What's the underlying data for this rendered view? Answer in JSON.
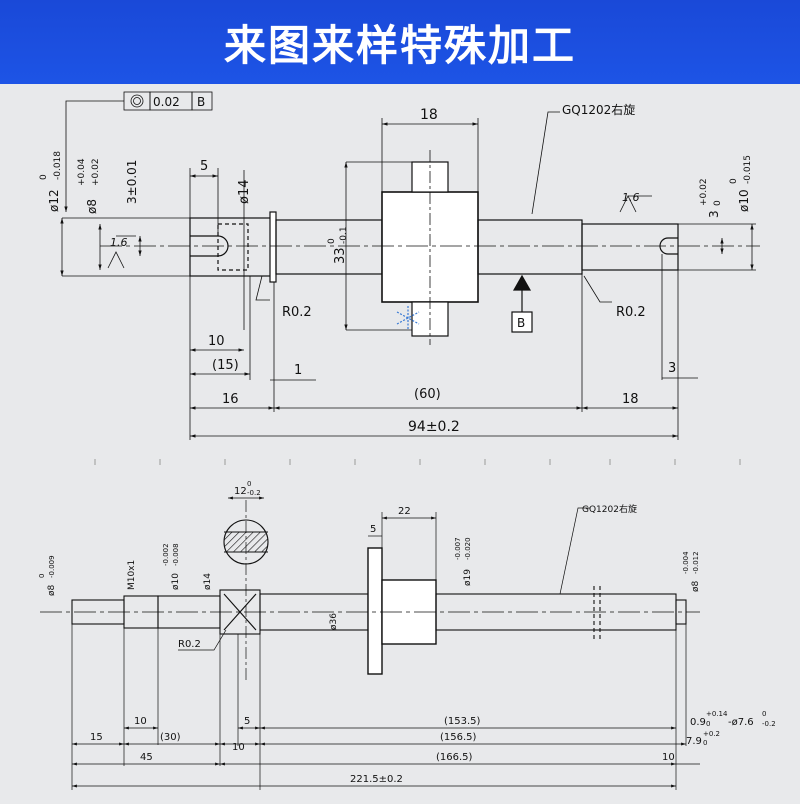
{
  "banner": {
    "title": "来图来样特殊加工"
  },
  "top_drawing": {
    "tolerance_frame": {
      "value": "0.02",
      "datum": "B"
    },
    "thread_label": "GQ1202右旋",
    "datum_label": "B",
    "dims": {
      "d_nut_len": "18",
      "d_key_w": "5",
      "d_dia14": "ø14",
      "d_dia12": "ø12",
      "d_dia12_tol_up": "0",
      "d_dia12_tol_low": "-0.018",
      "d_dia8": "ø8",
      "d_dia8_tol_up": "+0.04",
      "d_dia8_tol_low": "+0.02",
      "d_3": "3±0.01",
      "d_rough_left": "1.6",
      "d_rough_right": "1.6",
      "d_33": "33",
      "d_33_tol_up": "0",
      "d_33_tol_low": "-0.1",
      "d_r02_left": "R0.2",
      "d_r02_right": "R0.2",
      "d_10": "10",
      "d_15": "(15)",
      "d_1": "1",
      "d_16": "16",
      "d_60": "(60)",
      "d_18r": "18",
      "d_3r": "3",
      "d_94": "94±0.2",
      "d_3top": "3",
      "d_3top_up": "+0.02",
      "d_3top_low": "0",
      "d_dia10": "ø10",
      "d_dia10_up": "0",
      "d_dia10_low": "-0.015"
    }
  },
  "bottom_drawing": {
    "thread_label": "GQ1202右旋",
    "dims": {
      "d_12": "12",
      "d_12_up": "0",
      "d_12_low": "-0.2",
      "d_22": "22",
      "d_5": "5",
      "d_19": "ø19",
      "d_19_up": "-0.007",
      "d_19_low": "-0.020",
      "d_8l": "ø8",
      "d_8l_up": "0",
      "d_8l_low": "-0.009",
      "d_m10": "M10x1",
      "d_10": "ø10",
      "d_10_up": "-0.002",
      "d_10_low": "-0.008",
      "d_14": "ø14",
      "d_36": "ø36",
      "d_8r": "ø8",
      "d_8r_up": "-0.004",
      "d_8r_low": "-0.012",
      "d_r02": "R0.2",
      "d_10a": "10",
      "d_5b": "5",
      "d_153": "(153.5)",
      "d_09": "0.9",
      "d_09_up": "+0.14",
      "d_09_low": "0",
      "d_76": "-ø7.6",
      "d_76_up": "0",
      "d_76_low": "-0.2",
      "d_15": "15",
      "d_30": "(30)",
      "d_10b": "10",
      "d_156": "(156.5)",
      "d_79": "7.9",
      "d_79_up": "+0.2",
      "d_79_low": "0",
      "d_45": "45",
      "d_166": "(166.5)",
      "d_10c": "10",
      "d_221": "221.5±0.2"
    }
  },
  "colors": {
    "banner": "#1d54e6",
    "banner_text": "#ffffff",
    "line": "#111111",
    "paper": "#e8e9eb",
    "watermark": "#3a7bd5"
  }
}
